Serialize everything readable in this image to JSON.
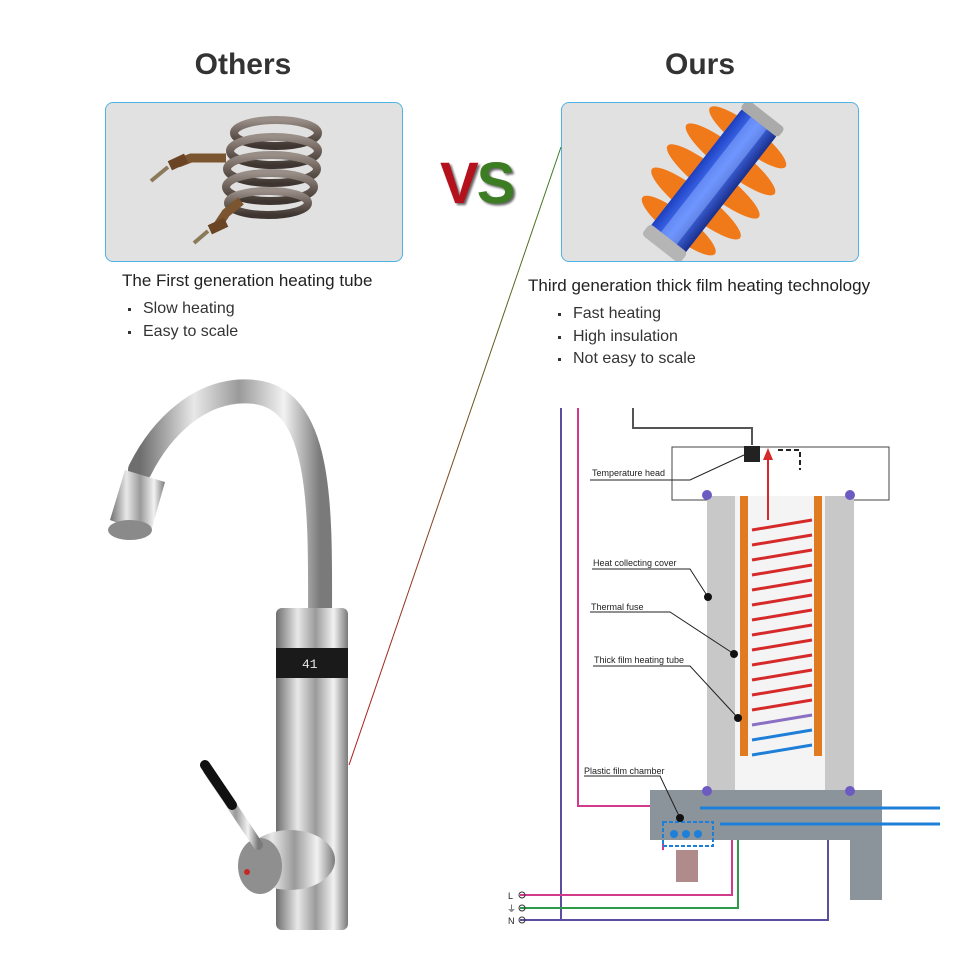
{
  "left": {
    "heading": "Others",
    "subtitle": "The First generation heating tube",
    "bullets": [
      "Slow heating",
      "Easy to scale"
    ]
  },
  "right": {
    "heading": "Ours",
    "subtitle": "Third generation thick film heating technology",
    "bullets": [
      "Fast heating",
      "High insulation",
      "Not easy to scale"
    ]
  },
  "vs": {
    "v": "V",
    "s": "S"
  },
  "faucet": {
    "display": "41"
  },
  "diagram": {
    "labels": {
      "temperature_head": "Temperature head",
      "heat_collecting_cover": "Heat collecting cover",
      "thermal_fuse": "Thermal fuse",
      "thick_film_heating_tube": "Thick film heating tube",
      "plastic_film_chamber": "Plastic film chamber"
    },
    "terminals": {
      "l": "L",
      "e": "⏚",
      "n": "N"
    }
  },
  "colors": {
    "panel_border": "#4fb3e3",
    "vs_v": "#b5111d",
    "vs_s": "#3c7d23"
  }
}
